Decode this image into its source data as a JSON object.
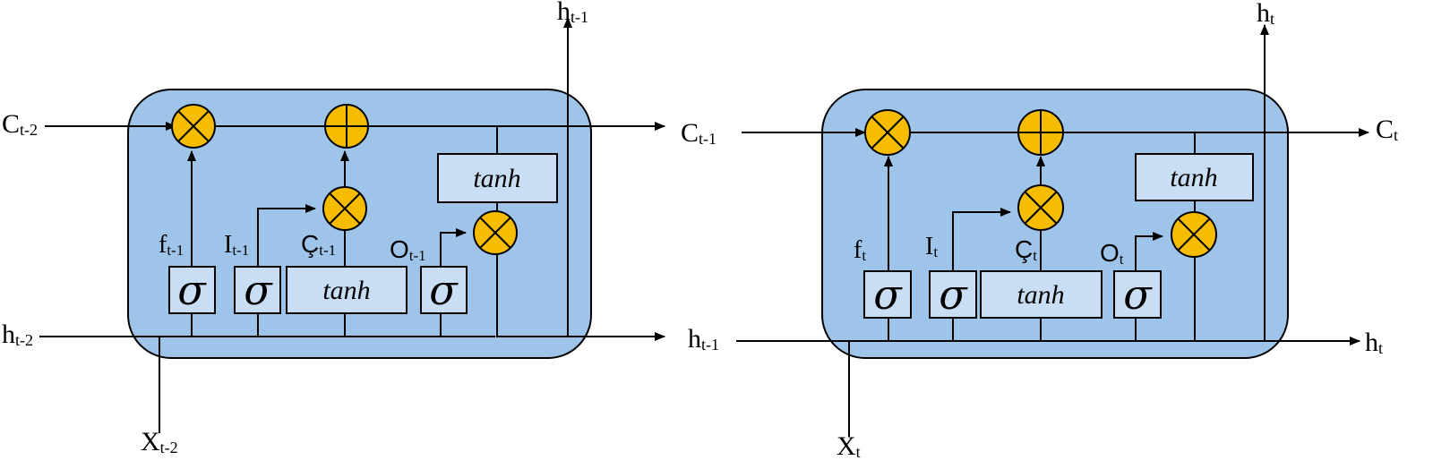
{
  "cells": [
    {
      "id": "lstm-t-1",
      "cell_in": {
        "base": "C",
        "sub": "t-2"
      },
      "cell_out": {
        "base": "C",
        "sub": "t-1"
      },
      "hidden_in": {
        "base": "h",
        "sub": "t-2"
      },
      "hidden_out": {
        "base": "h",
        "sub": "t-1"
      },
      "hidden_up": {
        "base": "h",
        "sub": "t-1"
      },
      "input_x": {
        "base": "X",
        "sub": "t-2"
      },
      "forget_label": {
        "base": "f",
        "sub": "t-1"
      },
      "input_label": {
        "base": "I",
        "sub": "t-1"
      },
      "candidate_label": {
        "base": "Ç",
        "sub": "t-1"
      },
      "output_label": {
        "base": "O",
        "sub": "t-1"
      },
      "tanh_label": "tanh",
      "sigma_label": "σ"
    },
    {
      "id": "lstm-t",
      "cell_in": {
        "base": "C",
        "sub": "t-1"
      },
      "cell_out": {
        "base": "C",
        "sub": "t"
      },
      "hidden_in": {
        "base": "h",
        "sub": "t-1"
      },
      "hidden_out": {
        "base": "h",
        "sub": "t"
      },
      "hidden_up": {
        "base": "h",
        "sub": "t"
      },
      "input_x": {
        "base": "X",
        "sub": "t"
      },
      "forget_label": {
        "base": "f",
        "sub": "t"
      },
      "input_label": {
        "base": "I",
        "sub": "t"
      },
      "candidate_label": {
        "base": "Ç",
        "sub": "t"
      },
      "output_label": {
        "base": "O",
        "sub": "t"
      },
      "tanh_label": "tanh",
      "sigma_label": "σ"
    }
  ],
  "colors": {
    "cell_fill": "#9fc4ea",
    "gate_box_fill": "#c9def5",
    "operator_fill": "#f5bc00",
    "line": "#000000"
  },
  "icons": [
    "multiply-circle-icon",
    "add-circle-icon",
    "arrow-icon"
  ]
}
